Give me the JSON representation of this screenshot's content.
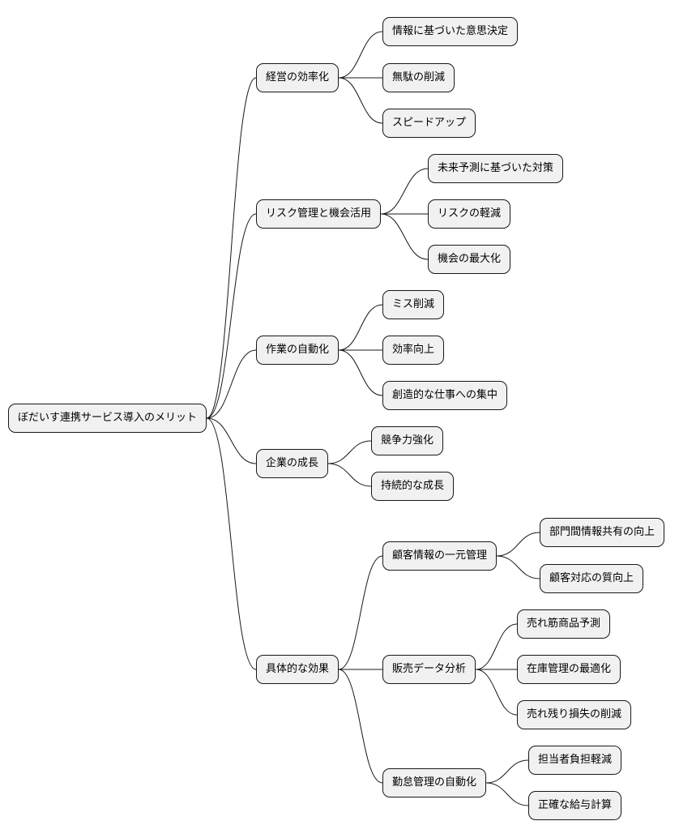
{
  "nodes": [
    {
      "id": "root",
      "label": "ぼだいす連携サービス導入のメリット"
    },
    {
      "id": "b1",
      "label": "経営の効率化"
    },
    {
      "id": "b1-1",
      "label": "情報に基づいた意思決定"
    },
    {
      "id": "b1-2",
      "label": "無駄の削減"
    },
    {
      "id": "b1-3",
      "label": "スピードアップ"
    },
    {
      "id": "b2",
      "label": "リスク管理と機会活用"
    },
    {
      "id": "b2-1",
      "label": "未来予測に基づいた対策"
    },
    {
      "id": "b2-2",
      "label": "リスクの軽減"
    },
    {
      "id": "b2-3",
      "label": "機会の最大化"
    },
    {
      "id": "b3",
      "label": "作業の自動化"
    },
    {
      "id": "b3-1",
      "label": "ミス削減"
    },
    {
      "id": "b3-2",
      "label": "効率向上"
    },
    {
      "id": "b3-3",
      "label": "創造的な仕事への集中"
    },
    {
      "id": "b4",
      "label": "企業の成長"
    },
    {
      "id": "b4-1",
      "label": "競争力強化"
    },
    {
      "id": "b4-2",
      "label": "持続的な成長"
    },
    {
      "id": "b5",
      "label": "具体的な効果"
    },
    {
      "id": "b5-1",
      "label": "顧客情報の一元管理"
    },
    {
      "id": "b5-1-1",
      "label": "部門間情報共有の向上"
    },
    {
      "id": "b5-1-2",
      "label": "顧客対応の質向上"
    },
    {
      "id": "b5-2",
      "label": "販売データ分析"
    },
    {
      "id": "b5-2-1",
      "label": "売れ筋商品予測"
    },
    {
      "id": "b5-2-2",
      "label": "在庫管理の最適化"
    },
    {
      "id": "b5-2-3",
      "label": "売れ残り損失の削減"
    },
    {
      "id": "b5-3",
      "label": "勤怠管理の自動化"
    },
    {
      "id": "b5-3-1",
      "label": "担当者負担軽減"
    },
    {
      "id": "b5-3-2",
      "label": "正確な給与計算"
    }
  ],
  "edges": [
    [
      "root",
      "b1"
    ],
    [
      "root",
      "b2"
    ],
    [
      "root",
      "b3"
    ],
    [
      "root",
      "b4"
    ],
    [
      "root",
      "b5"
    ],
    [
      "b1",
      "b1-1"
    ],
    [
      "b1",
      "b1-2"
    ],
    [
      "b1",
      "b1-3"
    ],
    [
      "b2",
      "b2-1"
    ],
    [
      "b2",
      "b2-2"
    ],
    [
      "b2",
      "b2-3"
    ],
    [
      "b3",
      "b3-1"
    ],
    [
      "b3",
      "b3-2"
    ],
    [
      "b3",
      "b3-3"
    ],
    [
      "b4",
      "b4-1"
    ],
    [
      "b4",
      "b4-2"
    ],
    [
      "b5",
      "b5-1"
    ],
    [
      "b5",
      "b5-2"
    ],
    [
      "b5",
      "b5-3"
    ],
    [
      "b5-1",
      "b5-1-1"
    ],
    [
      "b5-1",
      "b5-1-2"
    ],
    [
      "b5-2",
      "b5-2-1"
    ],
    [
      "b5-2",
      "b5-2-2"
    ],
    [
      "b5-2",
      "b5-2-3"
    ],
    [
      "b5-3",
      "b5-3-1"
    ],
    [
      "b5-3",
      "b5-3-2"
    ]
  ],
  "colors": {
    "node_fill": "#f1f1f1",
    "node_border": "#181818",
    "connector": "#181818",
    "text": "#000000"
  }
}
